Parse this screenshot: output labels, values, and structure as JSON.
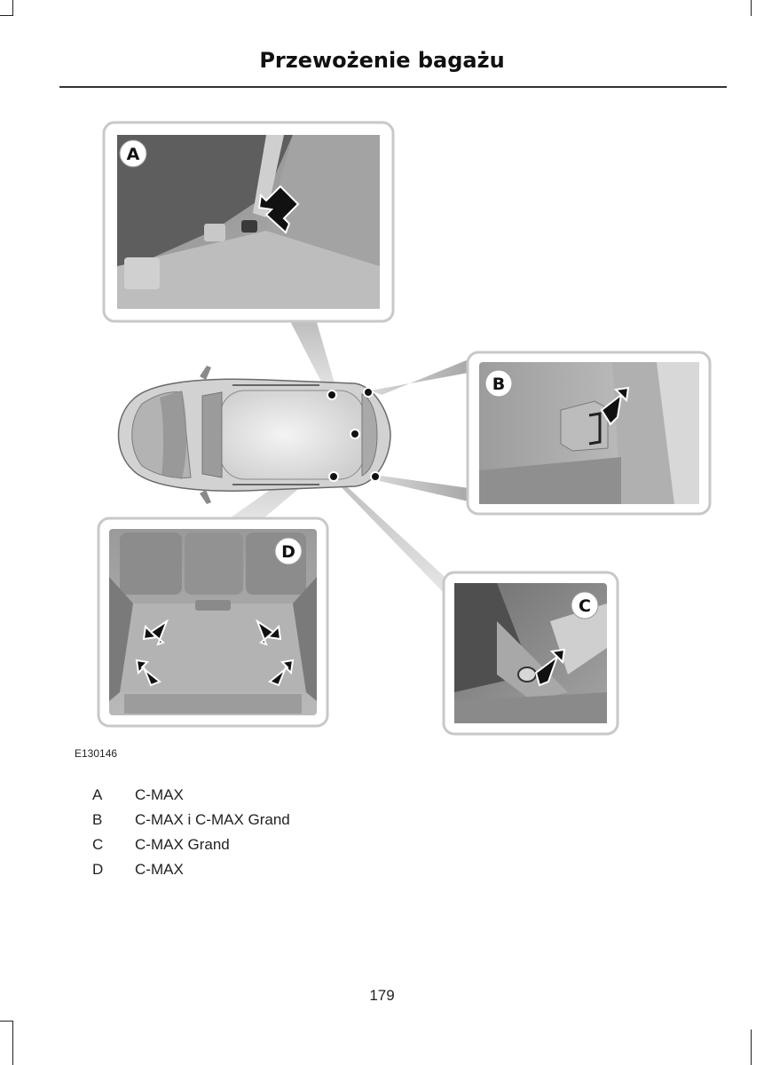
{
  "page": {
    "title": "Przewożenie bagażu",
    "page_number": "179"
  },
  "figure": {
    "code": "E130146",
    "callouts": {
      "a": "A",
      "b": "B",
      "c": "C",
      "d": "D"
    }
  },
  "legend": [
    {
      "key": "A",
      "text": "C-MAX"
    },
    {
      "key": "B",
      "text": "C-MAX i C-MAX Grand"
    },
    {
      "key": "C",
      "text": "C-MAX Grand"
    },
    {
      "key": "D",
      "text": "C-MAX"
    }
  ]
}
